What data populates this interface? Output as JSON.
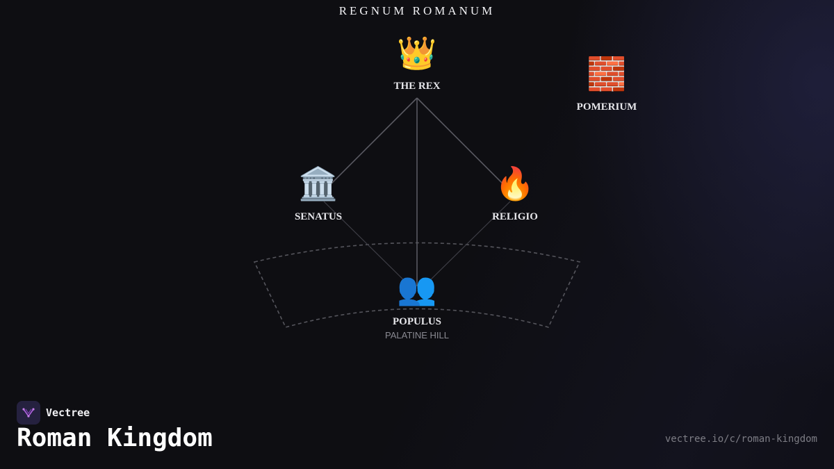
{
  "header": {
    "title": "REGNUM ROMANUM"
  },
  "nodes": {
    "rex": {
      "icon": "👑",
      "icon_name": "crown-icon",
      "label": "THE REX"
    },
    "pomerium": {
      "icon": "🧱",
      "icon_name": "brick-wall-icon",
      "label": "POMERIUM"
    },
    "senatus": {
      "icon": "🏛️",
      "icon_name": "classical-building-icon",
      "label": "SENATUS"
    },
    "religio": {
      "icon": "🔥",
      "icon_name": "fire-icon",
      "label": "RELIGIO"
    },
    "populus": {
      "icon": "👥",
      "icon_name": "people-icon",
      "label": "POPULUS",
      "sublabel": "PALATINE HILL"
    }
  },
  "edges": [
    {
      "from": "rex",
      "to": "senatus"
    },
    {
      "from": "rex",
      "to": "religio"
    },
    {
      "from": "rex",
      "to": "populus"
    },
    {
      "from": "senatus",
      "to": "populus"
    },
    {
      "from": "religio",
      "to": "populus"
    }
  ],
  "brand": {
    "name": "Vectree",
    "logo_icon": "vectree-logo-icon"
  },
  "footer": {
    "title": "Roman Kingdom",
    "url": "vectree.io/c/roman-kingdom"
  },
  "colors": {
    "background": "#0e0e12",
    "edge": "#5a5a62",
    "region_outline": "#55555c",
    "brand_logo_bg": "#25213f",
    "brand_logo_accent": "#b061e0"
  }
}
